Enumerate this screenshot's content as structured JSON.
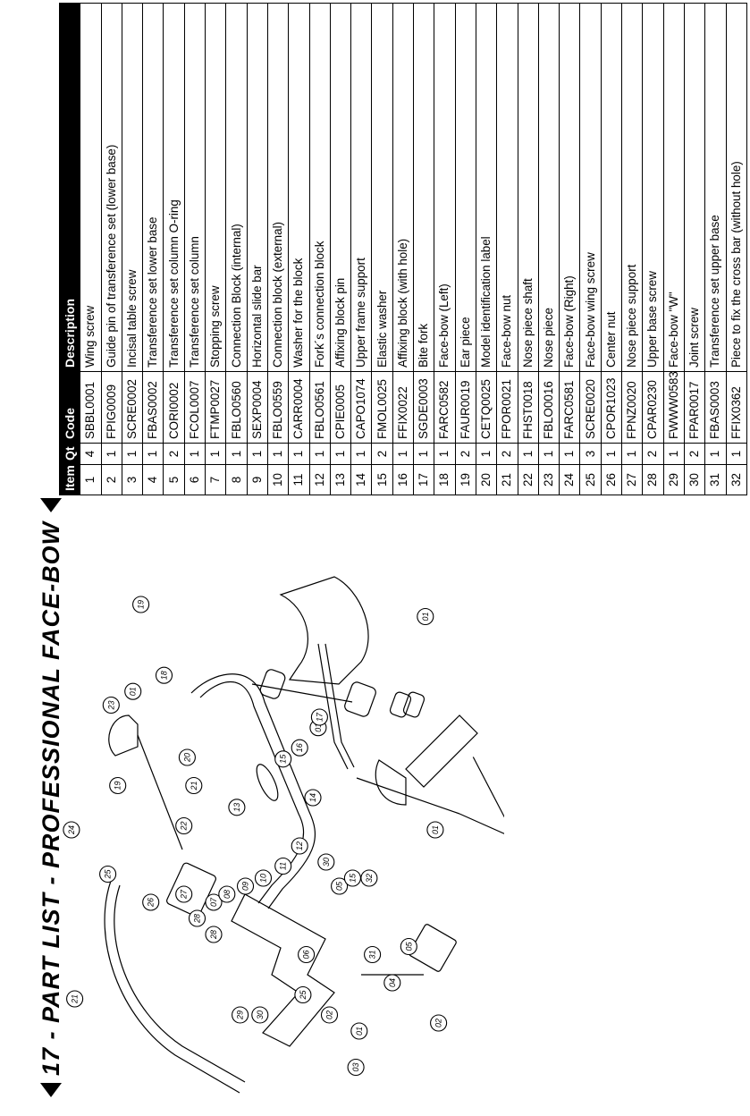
{
  "page_title": "17 - PART LIST - PROFESSIONAL FACE-BOW",
  "table": {
    "headers": {
      "item": "Item",
      "qt": "Qt",
      "code": "Code",
      "description": "Description"
    },
    "rows": [
      {
        "item": "1",
        "qt": "4",
        "code": "SBBL0001",
        "description": "Wing screw"
      },
      {
        "item": "2",
        "qt": "1",
        "code": "FPIG0009",
        "description": "Guide pin of transference set (lower base)"
      },
      {
        "item": "3",
        "qt": "1",
        "code": "SCRE0002",
        "description": "Incisal table screw"
      },
      {
        "item": "4",
        "qt": "1",
        "code": "FBAS0002",
        "description": "Transference set lower base"
      },
      {
        "item": "5",
        "qt": "2",
        "code": "CORI0002",
        "description": "Transference set column O-ring"
      },
      {
        "item": "6",
        "qt": "1",
        "code": "FCOL0007",
        "description": "Transference set column"
      },
      {
        "item": "7",
        "qt": "1",
        "code": "FTMP0027",
        "description": "Stopping screw"
      },
      {
        "item": "8",
        "qt": "1",
        "code": "FBLO0560",
        "description": "Connection Block (internal)"
      },
      {
        "item": "9",
        "qt": "1",
        "code": "SEXP0004",
        "description": "Horizontal slide bar"
      },
      {
        "item": "10",
        "qt": "1",
        "code": "FBLO0559",
        "description": "Connection block (external)"
      },
      {
        "item": "11",
        "qt": "1",
        "code": "CARR0004",
        "description": "Washer for the block"
      },
      {
        "item": "12",
        "qt": "1",
        "code": "FBLO0561",
        "description": "Fork´s connection block"
      },
      {
        "item": "13",
        "qt": "1",
        "code": "CPIE0005",
        "description": "Affixing block pin"
      },
      {
        "item": "14",
        "qt": "1",
        "code": "CAPO1074",
        "description": "Upper frame support"
      },
      {
        "item": "15",
        "qt": "2",
        "code": "FMOL0025",
        "description": "Elastic washer"
      },
      {
        "item": "16",
        "qt": "1",
        "code": "FFIX0022",
        "description": "Affixing block (with hole)"
      },
      {
        "item": "17",
        "qt": "1",
        "code": "SGDE0003",
        "description": "Bite fork"
      },
      {
        "item": "18",
        "qt": "1",
        "code": "FARC0582",
        "description": "Face-bow (Left)"
      },
      {
        "item": "19",
        "qt": "2",
        "code": "FAUR0019",
        "description": "Ear piece"
      },
      {
        "item": "20",
        "qt": "1",
        "code": "CETQ0025",
        "description": "Model identification label"
      },
      {
        "item": "21",
        "qt": "2",
        "code": "FPOR0021",
        "description": "Face-bow nut"
      },
      {
        "item": "22",
        "qt": "1",
        "code": "FHST0018",
        "description": "Nose piece shaft"
      },
      {
        "item": "23",
        "qt": "1",
        "code": "FBLO0016",
        "description": "Nose piece"
      },
      {
        "item": "24",
        "qt": "1",
        "code": "FARC0581",
        "description": "Face-bow  (Right)"
      },
      {
        "item": "25",
        "qt": "3",
        "code": "SCRE0020",
        "description": "Face-bow wing screw"
      },
      {
        "item": "26",
        "qt": "1",
        "code": "CPOR1023",
        "description": "Center nut"
      },
      {
        "item": "27",
        "qt": "1",
        "code": "FPNZ0020",
        "description": "Nose piece support"
      },
      {
        "item": "28",
        "qt": "2",
        "code": "CPAR0230",
        "description": "Upper base screw"
      },
      {
        "item": "29",
        "qt": "1",
        "code": "FWWW0583",
        "description": "Face-bow \"W\""
      },
      {
        "item": "30",
        "qt": "2",
        "code": "FPAR0017",
        "description": "Joint screw"
      },
      {
        "item": "31",
        "qt": "1",
        "code": "FBAS0003",
        "description": "Transference set upper base"
      },
      {
        "item": "32",
        "qt": "1",
        "code": "FFIX0362",
        "description": "Piece to fix the cross bar (without hole)"
      }
    ]
  },
  "callouts": [
    "01",
    "02",
    "03",
    "04",
    "05",
    "06",
    "07",
    "08",
    "09",
    "10",
    "11",
    "12",
    "13",
    "14",
    "15",
    "16",
    "17",
    "18",
    "19",
    "20",
    "21",
    "22",
    "23",
    "24",
    "25",
    "26",
    "27",
    "28",
    "29",
    "30",
    "31",
    "32"
  ]
}
